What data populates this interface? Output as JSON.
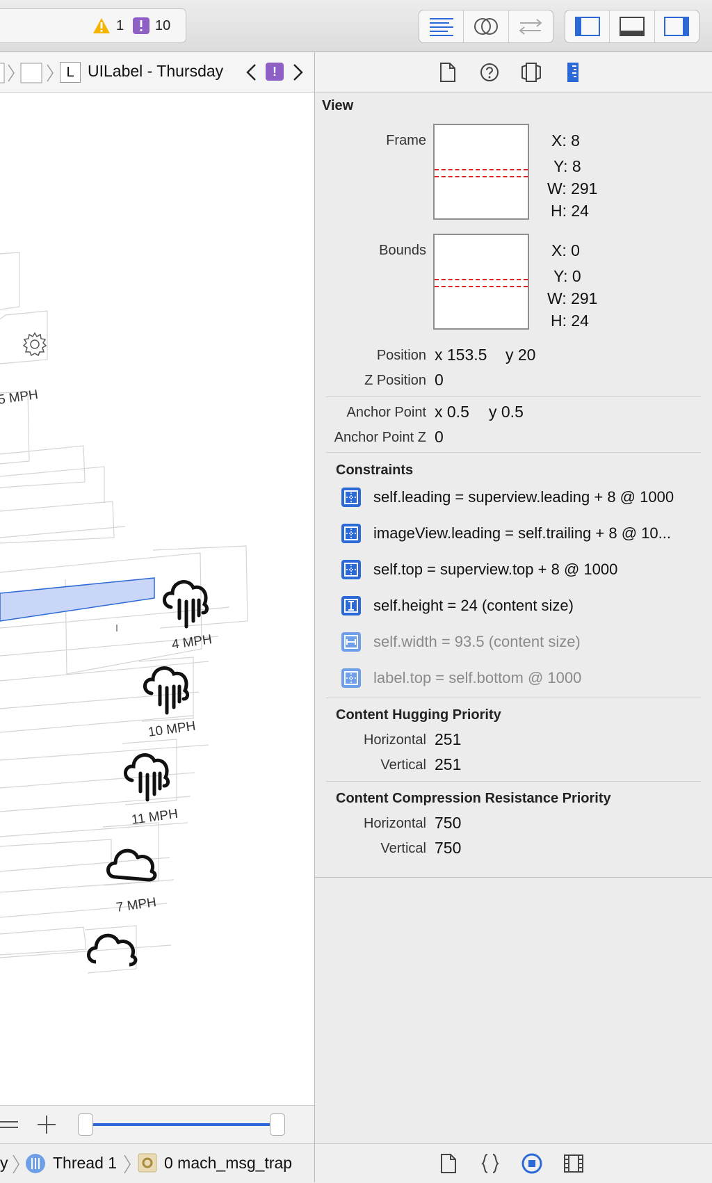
{
  "toolbar": {
    "warning_count": "1",
    "issue_count": "10"
  },
  "jumpbar": {
    "type_badge": "L",
    "title": "UILabel - Thursday",
    "issue_badge": "!"
  },
  "canvas": {
    "mph_labels": [
      "5 MPH",
      "4 MPH",
      "10 MPH",
      "11 MPH",
      "7 MPH"
    ]
  },
  "debugbar": {
    "prefix": "y",
    "thread": "Thread 1",
    "frame": "0 mach_msg_trap"
  },
  "inspector": {
    "view": {
      "title": "View",
      "frame_label": "Frame",
      "frame": {
        "x": "X: 8",
        "y": "Y: 8",
        "w": "W: 291",
        "h": "H: 24"
      },
      "bounds_label": "Bounds",
      "bounds": {
        "x": "X: 0",
        "y": "Y: 0",
        "w": "W: 291",
        "h": "H: 24"
      },
      "position_label": "Position",
      "position_x": "x 153.5",
      "position_y": "y 20",
      "zposition_label": "Z Position",
      "zposition": "0",
      "anchor_label": "Anchor Point",
      "anchor_x": "x 0.5",
      "anchor_y": "y 0.5",
      "anchorz_label": "Anchor Point Z",
      "anchorz": "0"
    },
    "constraints": {
      "title": "Constraints",
      "items": [
        {
          "text": "self.leading = superview.leading + 8 @ 1000",
          "dim": false
        },
        {
          "text": "imageView.leading = self.trailing + 8 @ 10...",
          "dim": false
        },
        {
          "text": "self.top = superview.top + 8 @ 1000",
          "dim": false
        },
        {
          "text": "self.height = 24 (content size)",
          "dim": false
        },
        {
          "text": "self.width = 93.5 (content size)",
          "dim": true
        },
        {
          "text": "label.top = self.bottom @ 1000",
          "dim": true
        }
      ]
    },
    "hugging": {
      "title": "Content Hugging Priority",
      "horizontal_label": "Horizontal",
      "horizontal": "251",
      "vertical_label": "Vertical",
      "vertical": "251"
    },
    "compression": {
      "title": "Content Compression Resistance Priority",
      "horizontal_label": "Horizontal",
      "horizontal": "750",
      "vertical_label": "Vertical",
      "vertical": "750"
    }
  },
  "colors": {
    "accent": "#2b6ad6",
    "warning": "#f5b400",
    "issue": "#8e5fc4",
    "selection": "#c9d6f7"
  }
}
